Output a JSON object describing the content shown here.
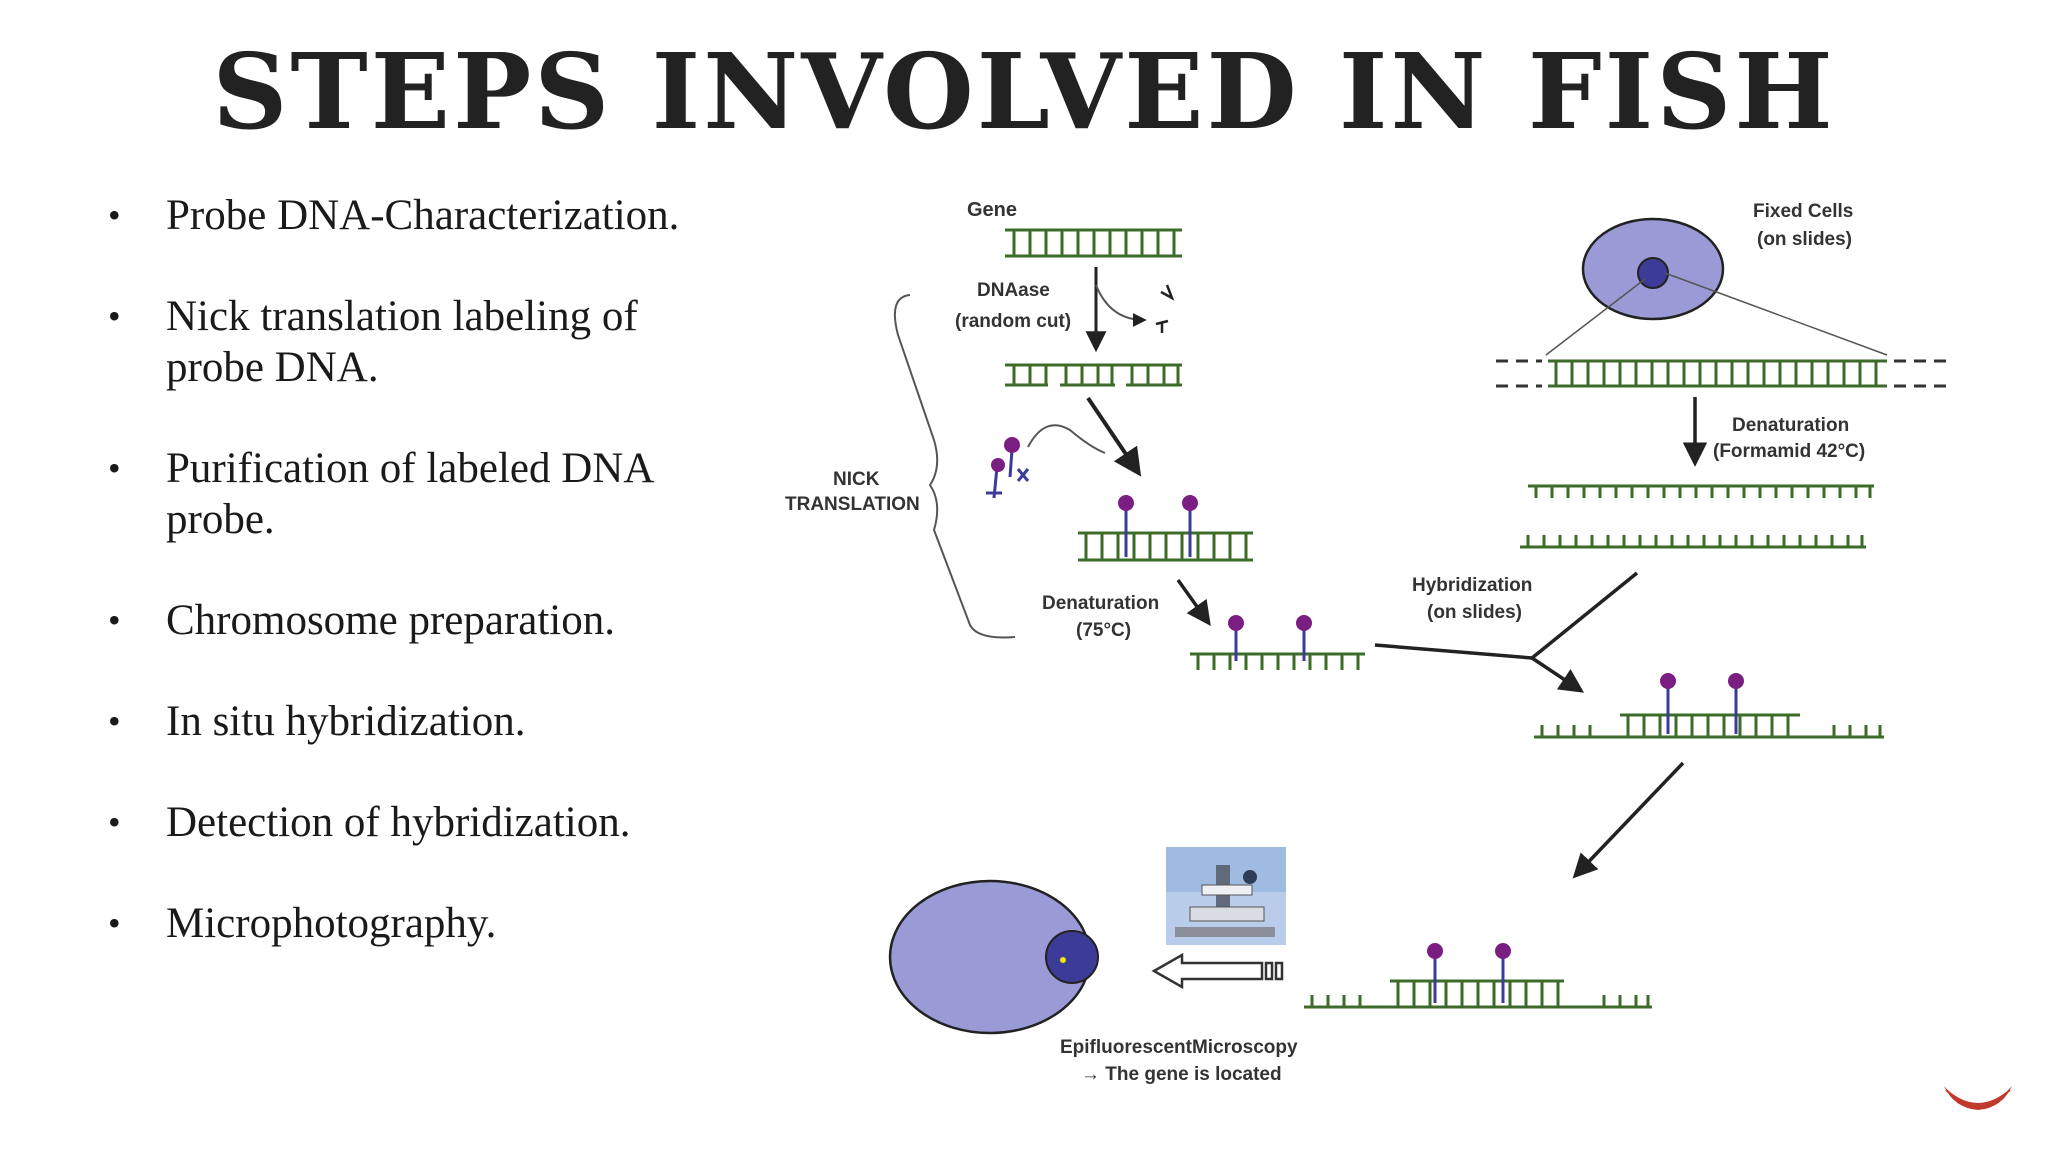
{
  "title": "STEPS INVOLVED IN FISH",
  "bullets": [
    "Probe DNA-Characterization.",
    "Nick translation labeling of probe DNA.",
    "Purification of labeled DNA probe.",
    "Chromosome preparation.",
    "In situ hybridization.",
    "Detection of hybridization.",
    "Microphotography."
  ],
  "diagram": {
    "gene": "Gene",
    "dnaase_line1": "DNAase",
    "dnaase_line2": "(random cut)",
    "nick_line1": "NICK",
    "nick_line2": "TRANSLATION",
    "denat_probe_line1": "Denaturation",
    "denat_probe_line2": "(75°C)",
    "fixed_line1": "Fixed Cells",
    "fixed_line2": "(on slides)",
    "denat_target_line1": "Denaturation",
    "denat_target_line2": "(Formamid 42°C)",
    "hybrid_line1": "Hybridization",
    "hybrid_line2": "(on slides)",
    "micro_line1": "EpifluorescentMicroscopy",
    "micro_line2": "→ The gene is located"
  },
  "colors": {
    "dna_strand": "#3d6b2a",
    "cell_fill": "#9a9ad6",
    "nucleus_fill": "#3c3c98",
    "probe_label": "#7b1e82",
    "arrow": "#222222",
    "accent_ornament": "#c0392b"
  }
}
